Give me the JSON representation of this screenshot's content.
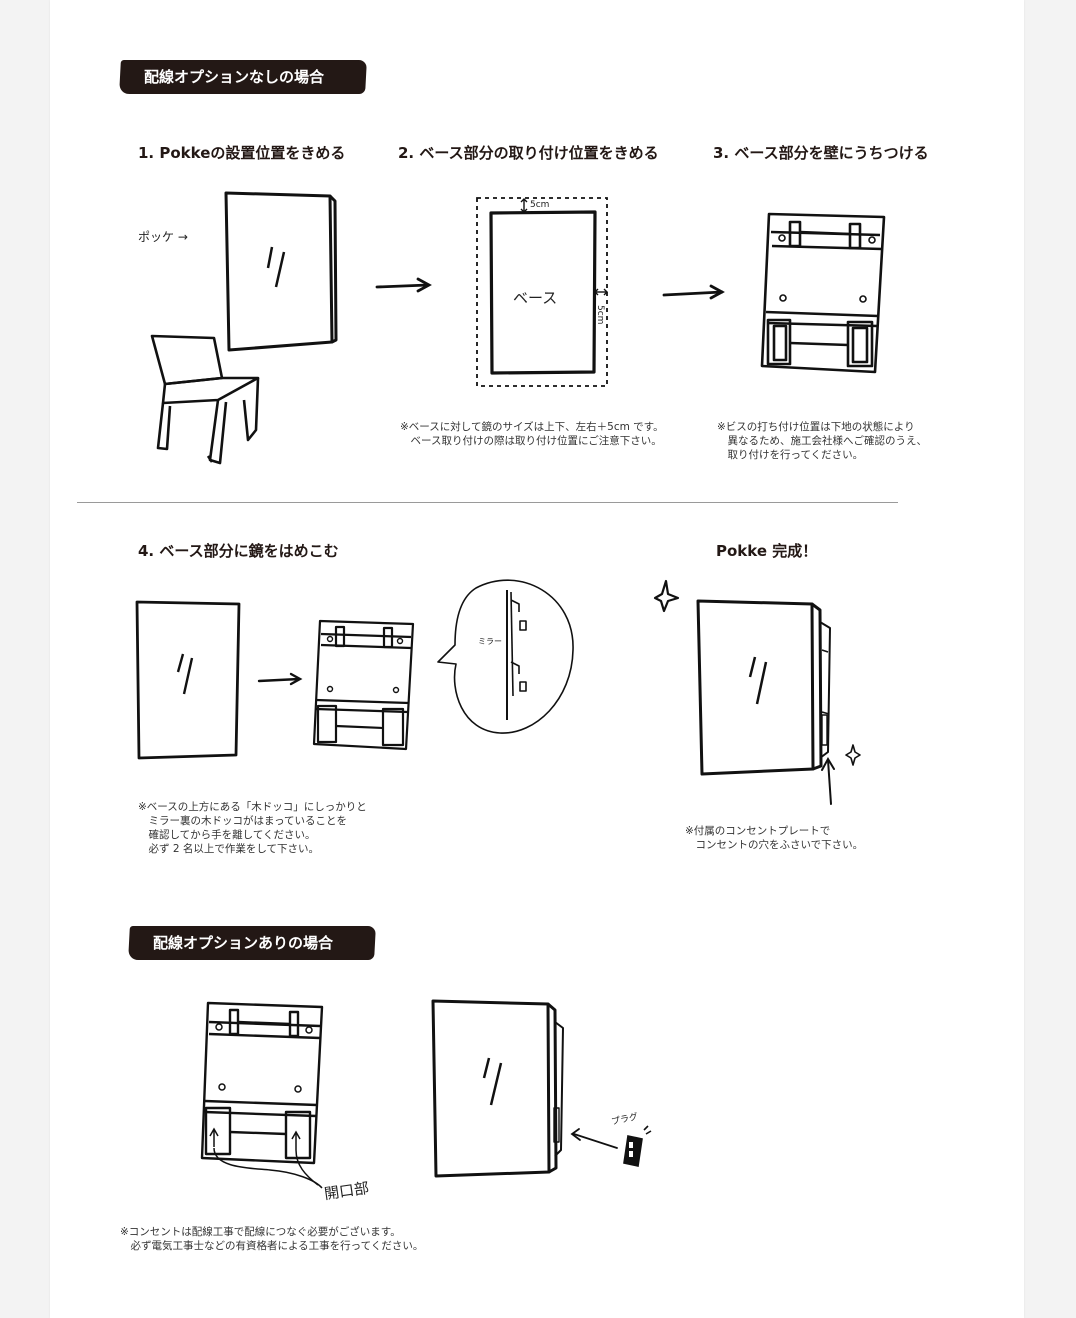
{
  "section1": {
    "title": "配線オプションなしの場合"
  },
  "steps": {
    "s1": "1.  Pokkeの設置位置をきめる",
    "s2": "2.  ベース部分の取り付け位置をきめる",
    "s3": "3.  ベース部分を壁にうちつける",
    "s4": "4.  ベース部分に鏡をはめこむ",
    "done": "Pokke 完成！"
  },
  "labels": {
    "pokke": "ポッケ →",
    "base": "ベース",
    "five_cm_top": "5cm",
    "five_cm_side": "5cm",
    "mirror": "ミラー",
    "plug": "プラグ",
    "opening": "開口部"
  },
  "notes": {
    "n2": "※ベースに対して鏡のサイズは上下、左右＋5cm です。\n　ベース取り付けの際は取り付け位置にご注意下さい。",
    "n3": "※ビスの打ち付け位置は下地の状態により\n　異なるため、施工会社様へご確認のうえ、\n　取り付けを行ってください。",
    "n4": "※ベースの上方にある「木ドッコ」にしっかりと\n　ミラー裏の木ドッコがはまっていることを\n　確認してから手を離してください。\n　必ず 2 名以上で作業をして下さい。",
    "ndone": "※付属のコンセントプレートで\n　コンセントの穴をふさいで下さい。",
    "n_wiring": "※コンセントは配線工事で配線につなぐ必要がございます。\n　必ず電気工事士などの有資格者による工事を行ってください。"
  },
  "section2": {
    "title": "配線オプションありの場合"
  }
}
